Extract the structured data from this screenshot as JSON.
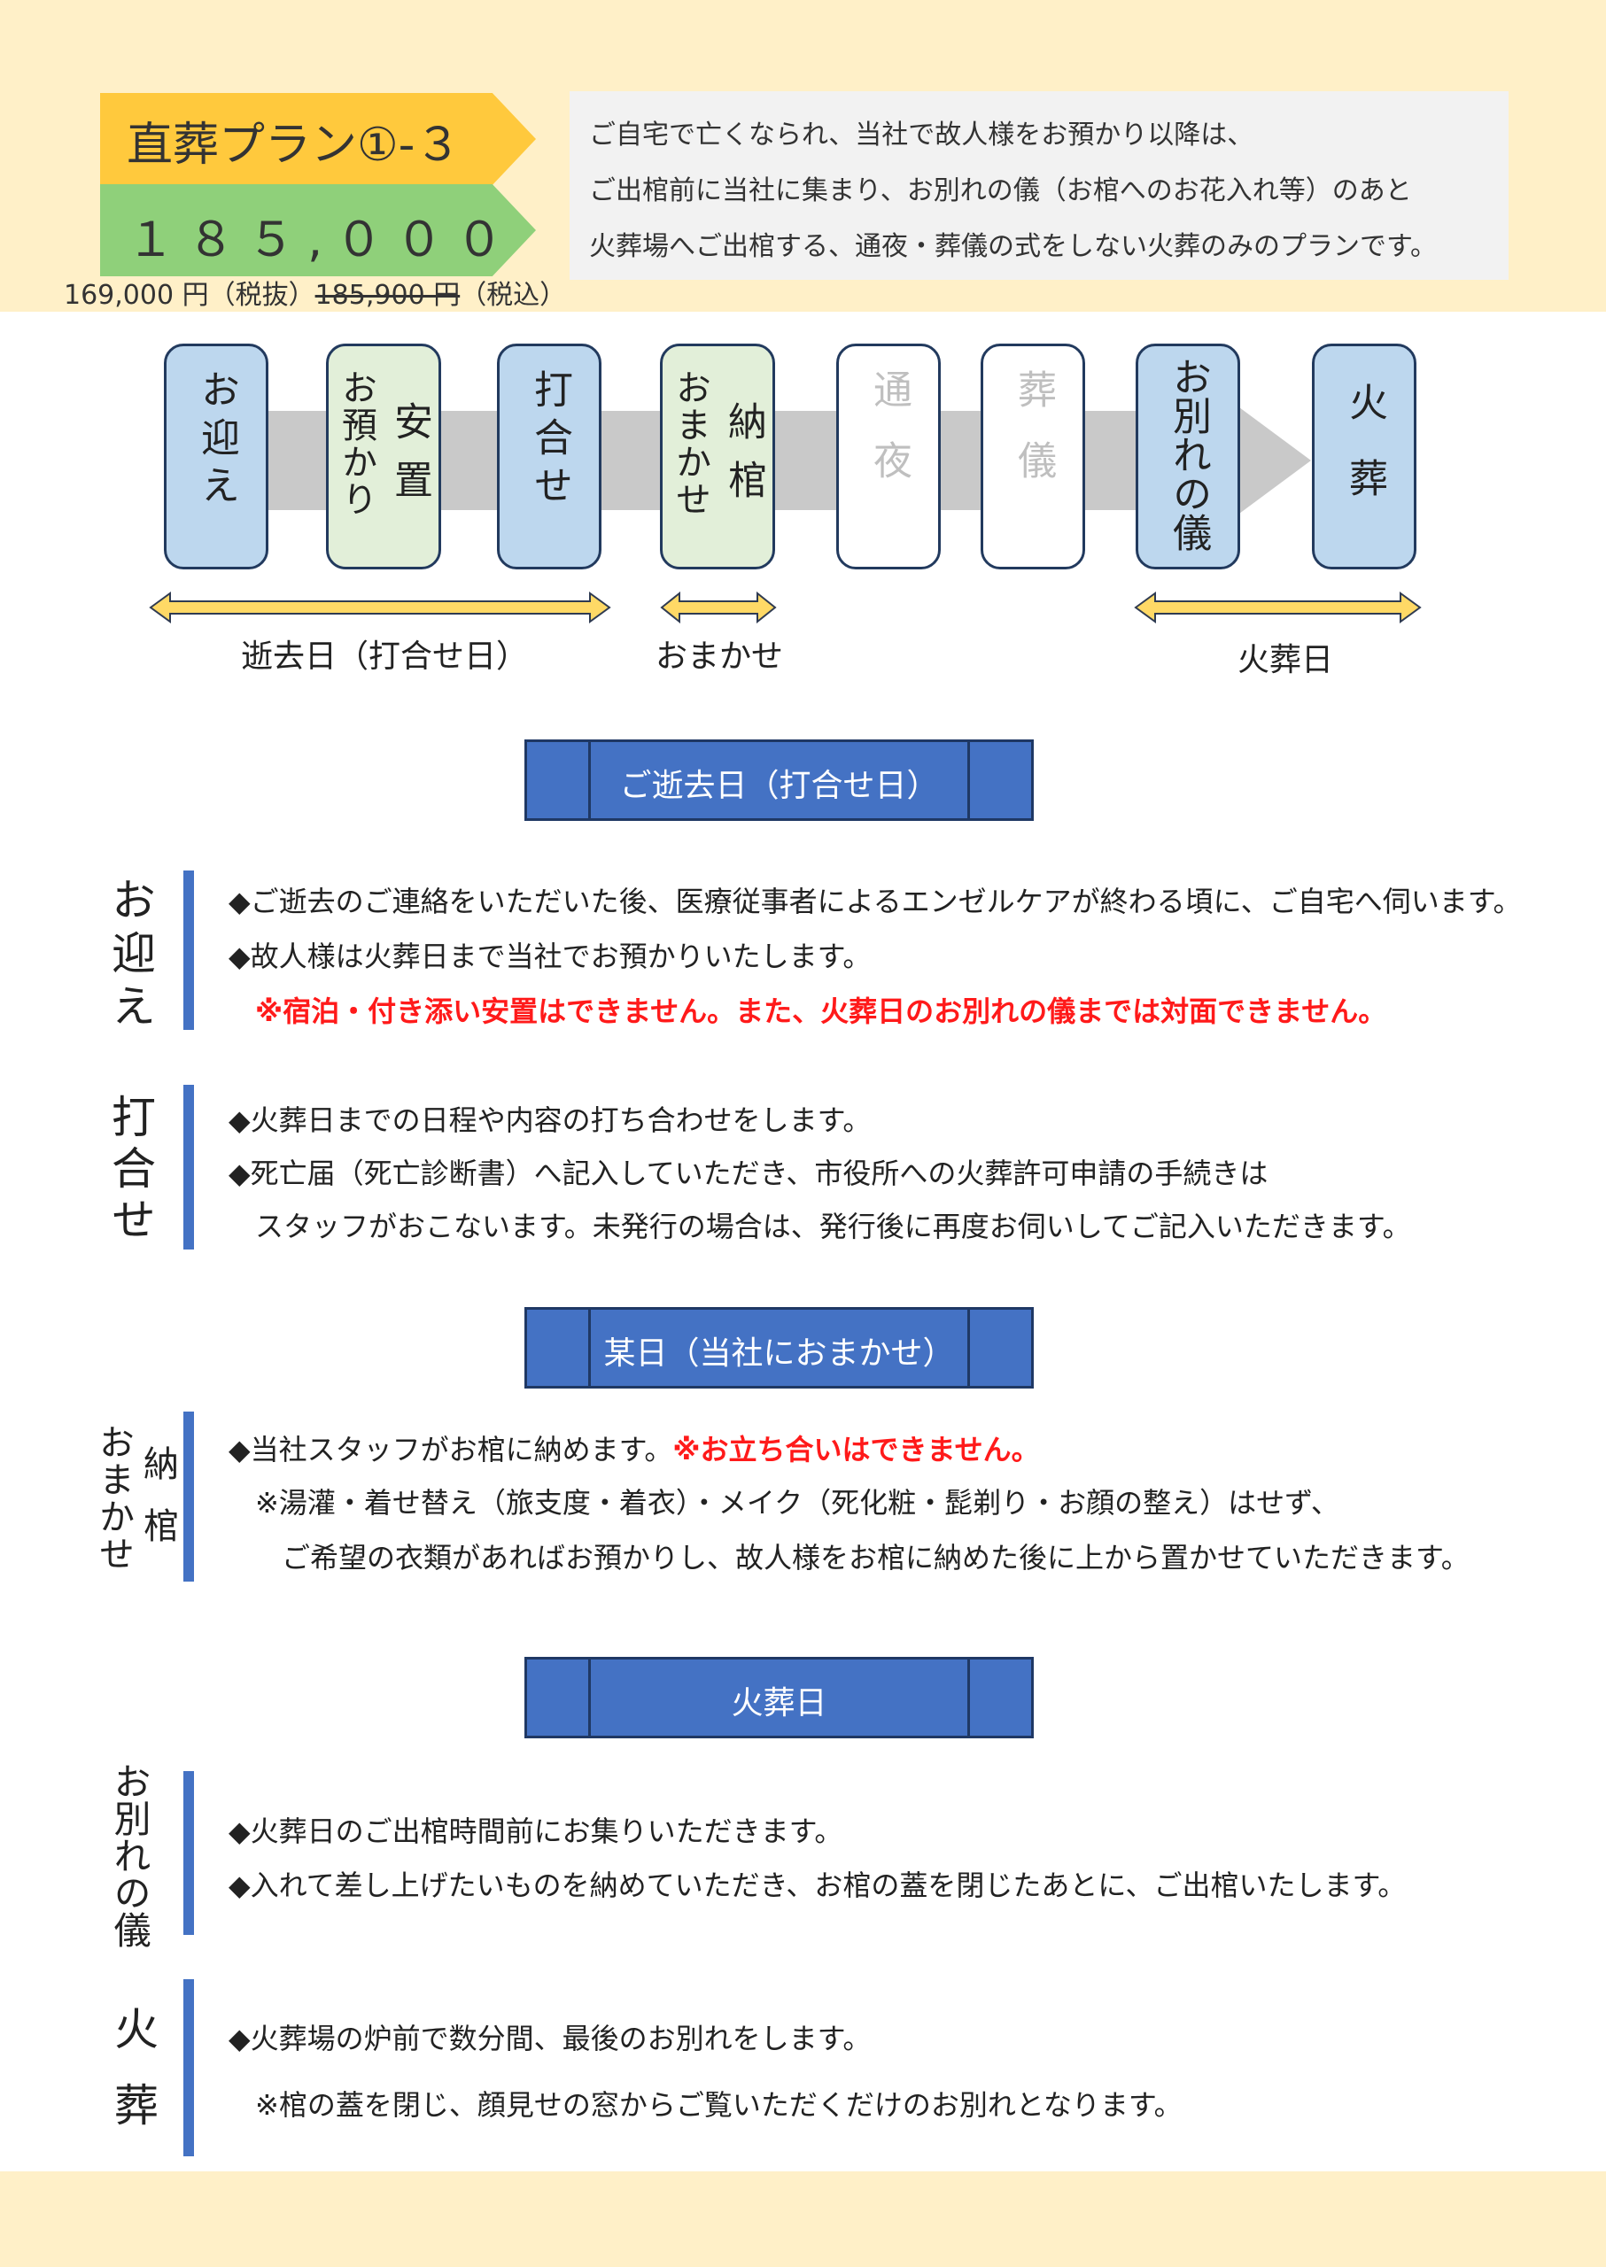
{
  "plan": {
    "title": "直葬プラン①-３",
    "price": "１８５,０００円",
    "price_ex_tax": "169,000 円（税抜）",
    "price_old": "185,900 円",
    "tax_in": "（税込）"
  },
  "description": [
    "ご自宅で亡くなられ、当社で故人様をお預かり以降は、",
    "ご出棺前に当社に集まり、お別れの儀（お棺へのお花入れ等）のあと",
    "火葬場へご出棺する、通夜・葬儀の式をしない火葬のみのプランです。"
  ],
  "flow": {
    "steps": [
      {
        "cols": [
          "お迎え"
        ]
      },
      {
        "cols": [
          "安置",
          "お預かり"
        ]
      },
      {
        "cols": [
          "打合せ"
        ]
      },
      {
        "cols": [
          "納棺",
          "おまかせ"
        ]
      },
      {
        "cols": [
          "通夜"
        ]
      },
      {
        "cols": [
          "葬儀"
        ]
      },
      {
        "cols": [
          "お別れの儀"
        ]
      },
      {
        "cols": [
          "火葬"
        ]
      }
    ],
    "range_labels": [
      "逝去日（打合せ日）",
      "おまかせ",
      "火葬日"
    ]
  },
  "sections": [
    {
      "header": "ご逝去日（打合せ日）",
      "blocks": [
        {
          "label": "お迎え",
          "lines": [
            "◆ご逝去のご連絡をいただいた後、医療従事者によるエンゼルケアが終わる頃に、ご自宅へ伺います。",
            "◆故人様は火葬日まで当社でお預かりいたします。"
          ],
          "notice": "※宿泊・付き添い安置はできません。また、火葬日のお別れの儀までは対面できません。"
        },
        {
          "label": "打合せ",
          "lines": [
            "◆火葬日までの日程や内容の打ち合わせをします。",
            "◆死亡届（死亡診断書）へ記入していただき、市役所への火葬許可申請の手続きは",
            "スタッフがおこないます。未発行の場合は、発行後に再度お伺いしてご記入いただきます。"
          ]
        }
      ]
    },
    {
      "header": "某日（当社におまかせ）",
      "blocks": [
        {
          "label_cols": [
            "納棺",
            "おまかせ"
          ],
          "line_main": "◆当社スタッフがお棺に納めます。",
          "line_red": "※お立ち合いはできません。",
          "lines": [
            "※湯灌・着せ替え（旅支度・着衣）・メイク（死化粧・髭剃り・お顔の整え）はせず、",
            "ご希望の衣類があればお預かりし、故人様をお棺に納めた後に上から置かせていただきます。"
          ]
        }
      ]
    },
    {
      "header": "火葬日",
      "blocks": [
        {
          "label": "お別れの儀",
          "lines": [
            "◆火葬日のご出棺時間前にお集りいただきます。",
            "◆入れて差し上げたいものを納めていただき、お棺の蓋を閉じたあとに、ご出棺いたします。"
          ]
        },
        {
          "label": "火葬",
          "lines": [
            "◆火葬場の炉前で数分間、最後のお別れをします。",
            "※棺の蓋を閉じ、顔見せの窓からご覧いただくだけのお別れとなります。"
          ]
        }
      ]
    }
  ],
  "colors": {
    "cream": "#fff0c8",
    "title_yellow": "#ffc93d",
    "price_green": "#8fd07a",
    "header_blue": "#4472c4",
    "step_blue": "#bdd7ee",
    "step_green": "#e2efd9",
    "notice_red": "#ff1a1a",
    "range_arrow_gold": "#ffd966"
  }
}
